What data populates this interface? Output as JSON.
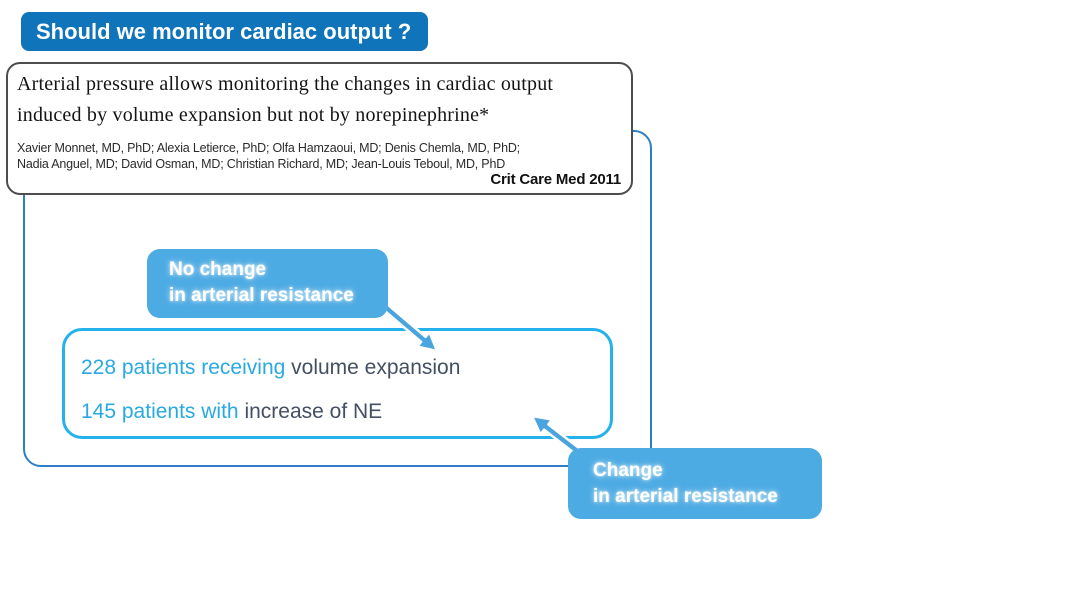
{
  "slide": {
    "title": "Should we monitor cardiac output ?",
    "paper": {
      "title_lines": [
        "Arterial pressure allows monitoring the changes in cardiac output",
        "induced by volume expansion but not by norepinephrine*"
      ],
      "author_lines": [
        "Xavier Monnet, MD, PhD; Alexia Letierce, PhD; Olfa Hamzaoui, MD; Denis Chemla, MD, PhD;",
        "Nadia Anguel, MD; David Osman, MD; Christian Richard, MD; Jean-Louis Teboul, MD, PhD"
      ],
      "journal": "Crit Care Med 2011"
    },
    "study_box": {
      "rows": [
        {
          "highlight": "228 patients receiving",
          "rest": " volume expansion"
        },
        {
          "highlight": "145 patients with",
          "rest": " increase of NE"
        }
      ]
    },
    "callouts": {
      "no_change": {
        "line1": "No change",
        "line2": "in arterial resistance"
      },
      "change": {
        "line1": "Change",
        "line2": "in arterial resistance"
      }
    },
    "colors": {
      "header_blue": "#0f74ba",
      "callout_blue": "#4dabe3",
      "arrow_blue": "#4aa5de",
      "outer_frame_blue": "#2f7fc6",
      "study_border_cyan": "#25b2ec",
      "highlight_text_cyan": "#29a9e1",
      "body_text_slate": "#454f63",
      "paper_border_gray": "#4d4d4d"
    }
  }
}
